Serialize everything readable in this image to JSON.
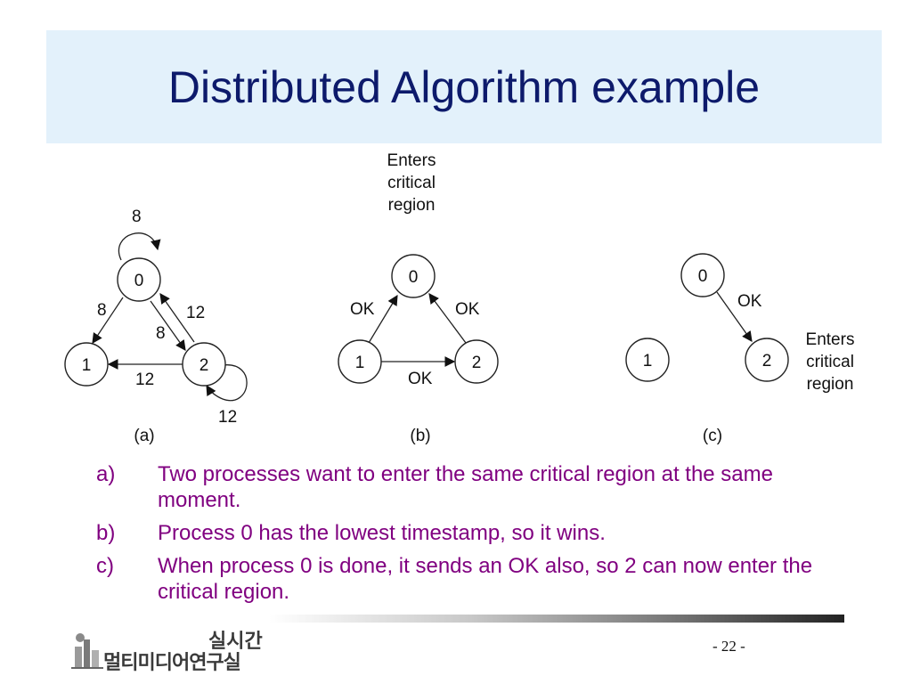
{
  "title": "Distributed Algorithm example",
  "diagram": {
    "a": {
      "caption": "(a)",
      "nodes": [
        "0",
        "1",
        "2"
      ],
      "self_loop_0": "8",
      "edge_0_to_1": "8",
      "edge_2_to_0": "12",
      "edge_0_to_2": "8",
      "edge_2_to_1": "12",
      "self_loop_2": "12"
    },
    "b": {
      "caption": "(b)",
      "nodes": [
        "0",
        "1",
        "2"
      ],
      "annotation": [
        "Enters",
        "critical",
        "region"
      ],
      "edge_1_to_0": "OK",
      "edge_2_to_0": "OK",
      "edge_1_to_2": "OK"
    },
    "c": {
      "caption": "(c)",
      "nodes": [
        "0",
        "1",
        "2"
      ],
      "edge_0_to_2": "OK",
      "annotation": [
        "Enters",
        "critical",
        "region"
      ]
    }
  },
  "items": [
    {
      "marker": "a)",
      "text": "Two processes want to enter the same critical region at the same moment."
    },
    {
      "marker": "b)",
      "text": "Process 0 has the lowest timestamp, so it wins."
    },
    {
      "marker": "c)",
      "text": "When process 0 is done, it sends an OK also, so 2 can now enter the critical region."
    }
  ],
  "logo": {
    "line1": "실시간",
    "line2": "멀티미디어연구실"
  },
  "page_number": "- 22 -",
  "colors": {
    "title": "#0d1a6b",
    "title_bg": "#e3f1fb",
    "body_text": "#800080"
  }
}
